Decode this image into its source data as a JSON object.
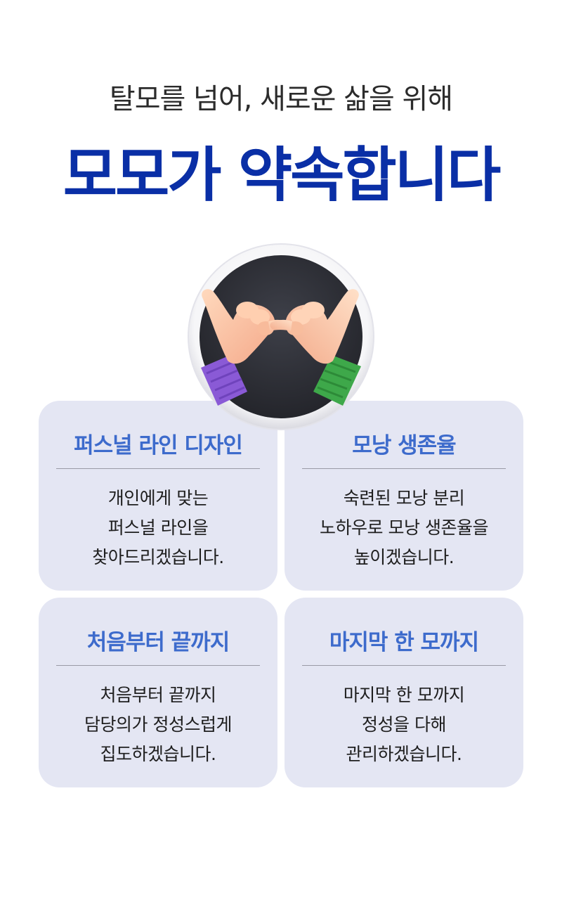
{
  "header": {
    "subtitle": "탈모를 넘어, 새로운 삶을 위해",
    "title": "모모가 약속합니다"
  },
  "emblem": {
    "icon": "pinky-promise-hands-icon"
  },
  "cards": [
    {
      "heading": "퍼스널 라인 디자인",
      "lines": [
        "개인에게 맞는",
        "퍼스널 라인을",
        "찾아드리겠습니다."
      ]
    },
    {
      "heading": "모낭 생존율",
      "lines": [
        "숙련된 모낭 분리",
        "노하우로 모낭 생존율을",
        "높이겠습니다."
      ]
    },
    {
      "heading": "처음부터 끝까지",
      "lines": [
        "처음부터 끝까지",
        "담당의가 정성스럽게",
        "집도하겠습니다."
      ]
    },
    {
      "heading": "마지막 한 모까지",
      "lines": [
        "마지막 한 모까지",
        "정성을 다해",
        "관리하겠습니다."
      ]
    }
  ],
  "colors": {
    "title": "#0a2fa6",
    "card_heading": "#3d6bcc",
    "card_bg": "#e4e6f3"
  }
}
